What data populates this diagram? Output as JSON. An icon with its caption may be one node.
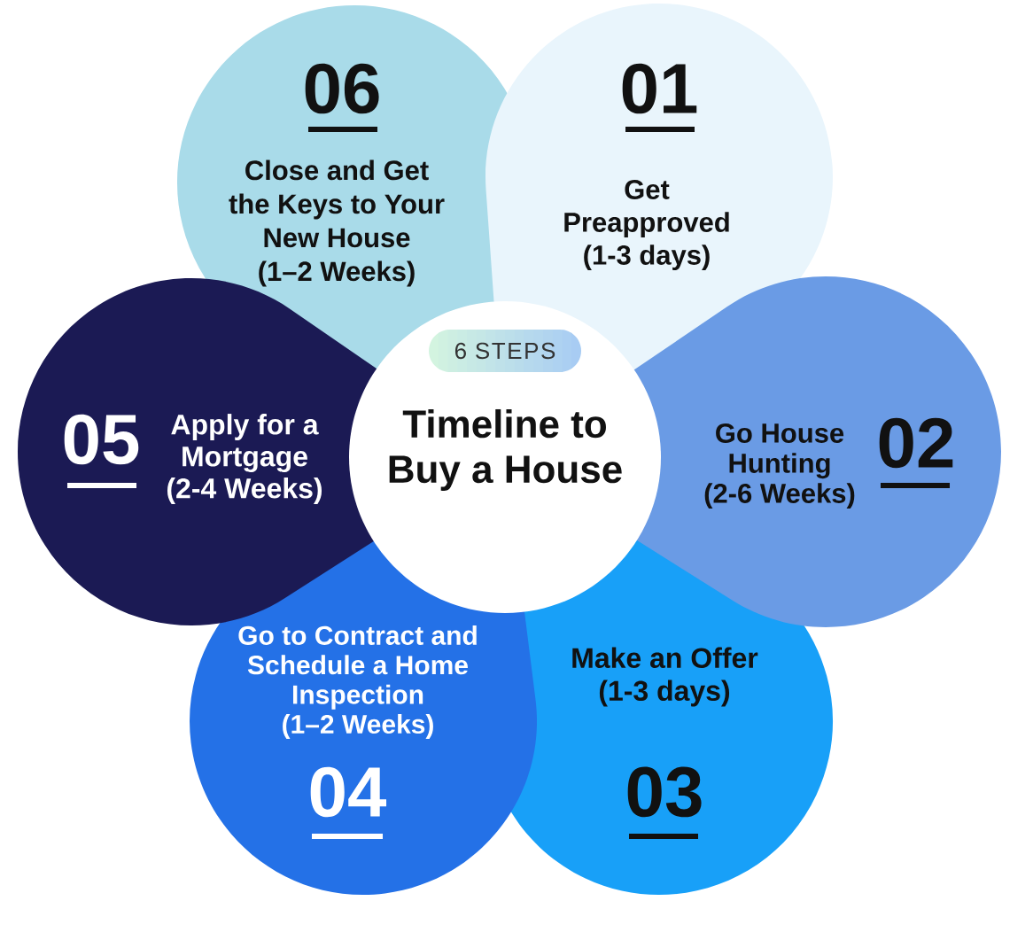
{
  "diagram": {
    "nodes": [
      {
        "text": [
          "Timeline to Buy a House"
        ]
      },
      {
        "text": [
          "6 STEPS"
        ],
        "in": 0
      },
      {
        "text": [
          "01",
          "Get Preapproved (1-3 days)"
        ]
      },
      {
        "text": [
          "Go House Hunting (2-6 Weeks)",
          "02"
        ]
      },
      {
        "text": [
          "Make an Offer (1-3 days)",
          "03"
        ]
      },
      {
        "text": [
          "Go to Contract and Schedule a Home Inspection (1–2 Weeks)",
          "04"
        ]
      },
      {
        "text": [
          "05",
          "Apply for a Mortgage (2-4 Weeks)"
        ]
      },
      {
        "text": [
          "06",
          "Close and Get the Keys to Your New House (1–2 Weeks)"
        ]
      }
    ]
  }
}
